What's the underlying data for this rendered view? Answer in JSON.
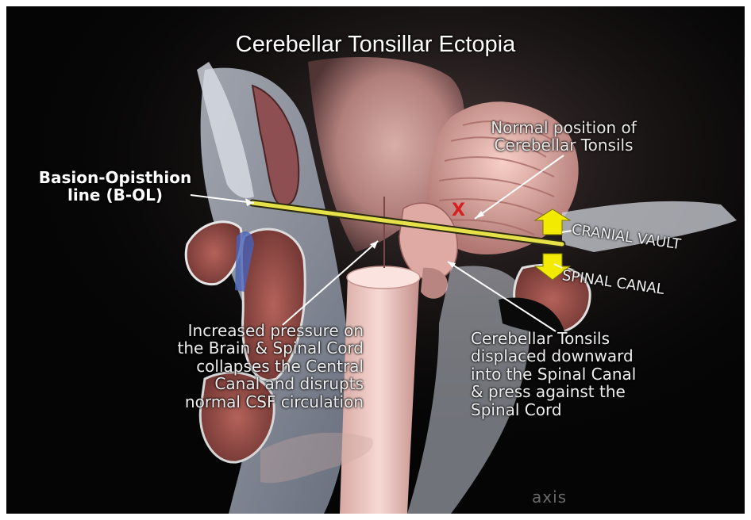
{
  "title": "Cerebellar Tonsillar Ectopia",
  "labels": {
    "bol_line1": "Basion-Opisthion",
    "bol_line2": "line (B-OL)",
    "normal_line1": "Normal position of",
    "normal_line2": "Cerebellar Tonsils",
    "pressure_lines": [
      "Increased pressure on",
      "the Brain & Spinal Cord",
      "collapses the Central",
      "Canal and disrupts",
      "normal CSF circulation"
    ],
    "tonsils_lines": [
      "Cerebellar Tonsils",
      "displaced downward",
      "into the Spinal Canal",
      "& press against the",
      "Spinal Cord"
    ],
    "cranial_vault": "CRANIAL VAULT",
    "spinal_canal": "SPINAL CANAL",
    "normal_marker": "X"
  },
  "logo_text": "axis",
  "colors": {
    "background": "#050505",
    "bol_line": "#e6e04a",
    "arrow_fill": "#f2ea00",
    "normal_marker": "#d62020",
    "text": "#f2f2f2"
  }
}
